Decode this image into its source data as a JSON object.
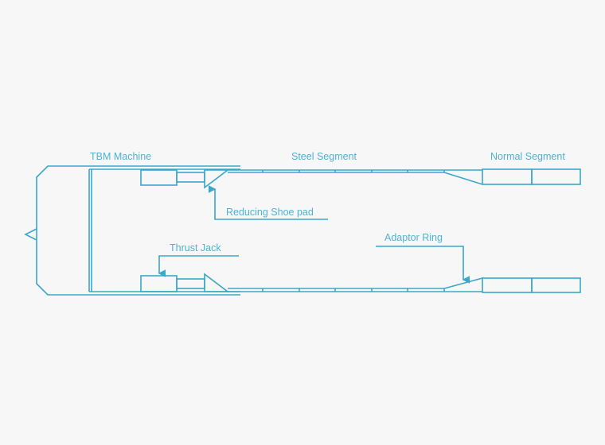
{
  "diagram": {
    "title": "TBM segment transition diagram",
    "color": "#3ba7c9",
    "labels": {
      "tbm_machine": "TBM Machine",
      "steel_segment": "Steel Segment",
      "normal_segment": "Normal Segment",
      "reducing_shoe_pad": "Reducing Shoe pad",
      "thrust_jack": "Thrust Jack",
      "adaptor_ring": "Adaptor Ring"
    }
  }
}
